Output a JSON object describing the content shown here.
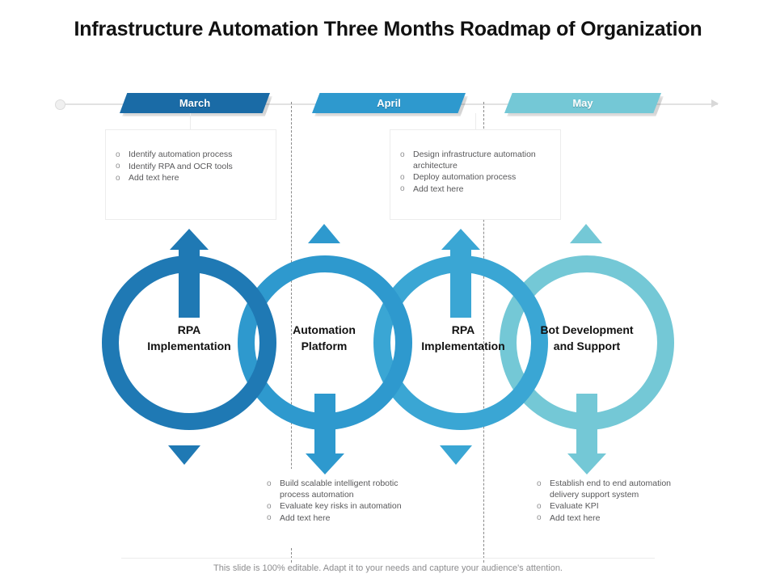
{
  "slide": {
    "title": "Infrastructure Automation Three Months Roadmap of Organization",
    "footer": "This slide is 100% editable. Adapt it to your needs and capture your audience's attention."
  },
  "colors": {
    "month_march": "#1a6ba6",
    "month_april": "#2e99ce",
    "month_may": "#74c8d6",
    "ring_1": "#1f79b4",
    "ring_2": "#2e99ce",
    "ring_3": "#3aa6d4",
    "ring_4": "#74c8d6",
    "title_text": "#111111",
    "body_text": "#58585a",
    "footer_text": "#8c8c8e",
    "rail": "#e2e2e2"
  },
  "timeline": {
    "months": [
      {
        "label": "March",
        "color": "#1a6ba6"
      },
      {
        "label": "April",
        "color": "#2e99ce"
      },
      {
        "label": "May",
        "color": "#74c8d6"
      }
    ]
  },
  "rings": [
    {
      "label_line1": "RPA",
      "label_line2": "Implementation",
      "color": "#1f79b4"
    },
    {
      "label_line1": "Automation",
      "label_line2": "Platform",
      "color": "#2e99ce"
    },
    {
      "label_line1": "RPA",
      "label_line2": "Implementation",
      "color": "#3aa6d4"
    },
    {
      "label_line1": "Bot Development",
      "label_line2": "and Support",
      "color": "#74c8d6"
    }
  ],
  "text_blocks": [
    {
      "position": "top-left",
      "items": [
        "Identify automation process",
        "Identify RPA and OCR tools",
        "Add text here"
      ]
    },
    {
      "position": "top-right",
      "items": [
        "Design infrastructure automation architecture",
        "Deploy automation process",
        "Add text here"
      ]
    },
    {
      "position": "bottom-left",
      "items": [
        "Build scalable intelligent robotic process automation",
        "Evaluate key risks in automation",
        "Add text here"
      ]
    },
    {
      "position": "bottom-right",
      "items": [
        "Establish end to end automation delivery support system",
        "Evaluate KPI",
        "Add text here"
      ]
    }
  ]
}
